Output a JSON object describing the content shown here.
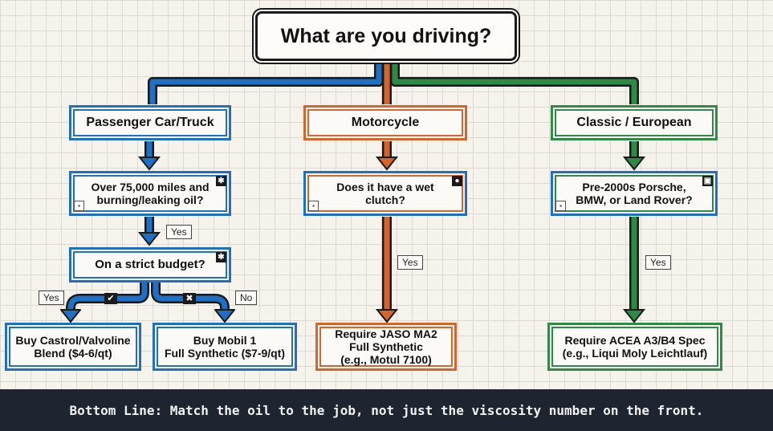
{
  "title": "What are you driving?",
  "categories": {
    "passenger": "Passenger Car/Truck",
    "motorcycle": "Motorcycle",
    "classic": "Classic / European"
  },
  "questions": {
    "mileage_line1": "Over 75,000 miles and",
    "mileage_line2": "burning/leaking oil?",
    "budget": "On a strict budget?",
    "clutch_line1": "Does it have a wet",
    "clutch_line2": "clutch?",
    "euro_line1": "Pre-2000s Porsche,",
    "euro_line2": "BMW, or Land Rover?"
  },
  "labels": {
    "yes": "Yes",
    "no": "No"
  },
  "results": {
    "blend_line1": "Buy Castrol/Valvoline",
    "blend_line2": "Blend ($4-6/qt)",
    "synthetic_line1": "Buy Mobil 1",
    "synthetic_line2": "Full Synthetic ($7-9/qt)",
    "jaso_line1": "Require JASO MA2",
    "jaso_line2": "Full Synthetic",
    "jaso_line3": "(e.g., Motul 7100)",
    "acea_line1": "Require ACEA A3/B4 Spec",
    "acea_line2": "(e.g., Liqui Moly Leichtlauf)"
  },
  "footer": "Bottom Line: Match the oil to the job, not just the viscosity number on the front.",
  "colors": {
    "blue": "#1f6fc4",
    "orange": "#d5652d",
    "green": "#2f8a45",
    "dark": "#1a1a1a"
  },
  "icons": [
    "gear-icon",
    "droplet-icon",
    "engine-icon",
    "checkmark-icon",
    "x-icon"
  ]
}
